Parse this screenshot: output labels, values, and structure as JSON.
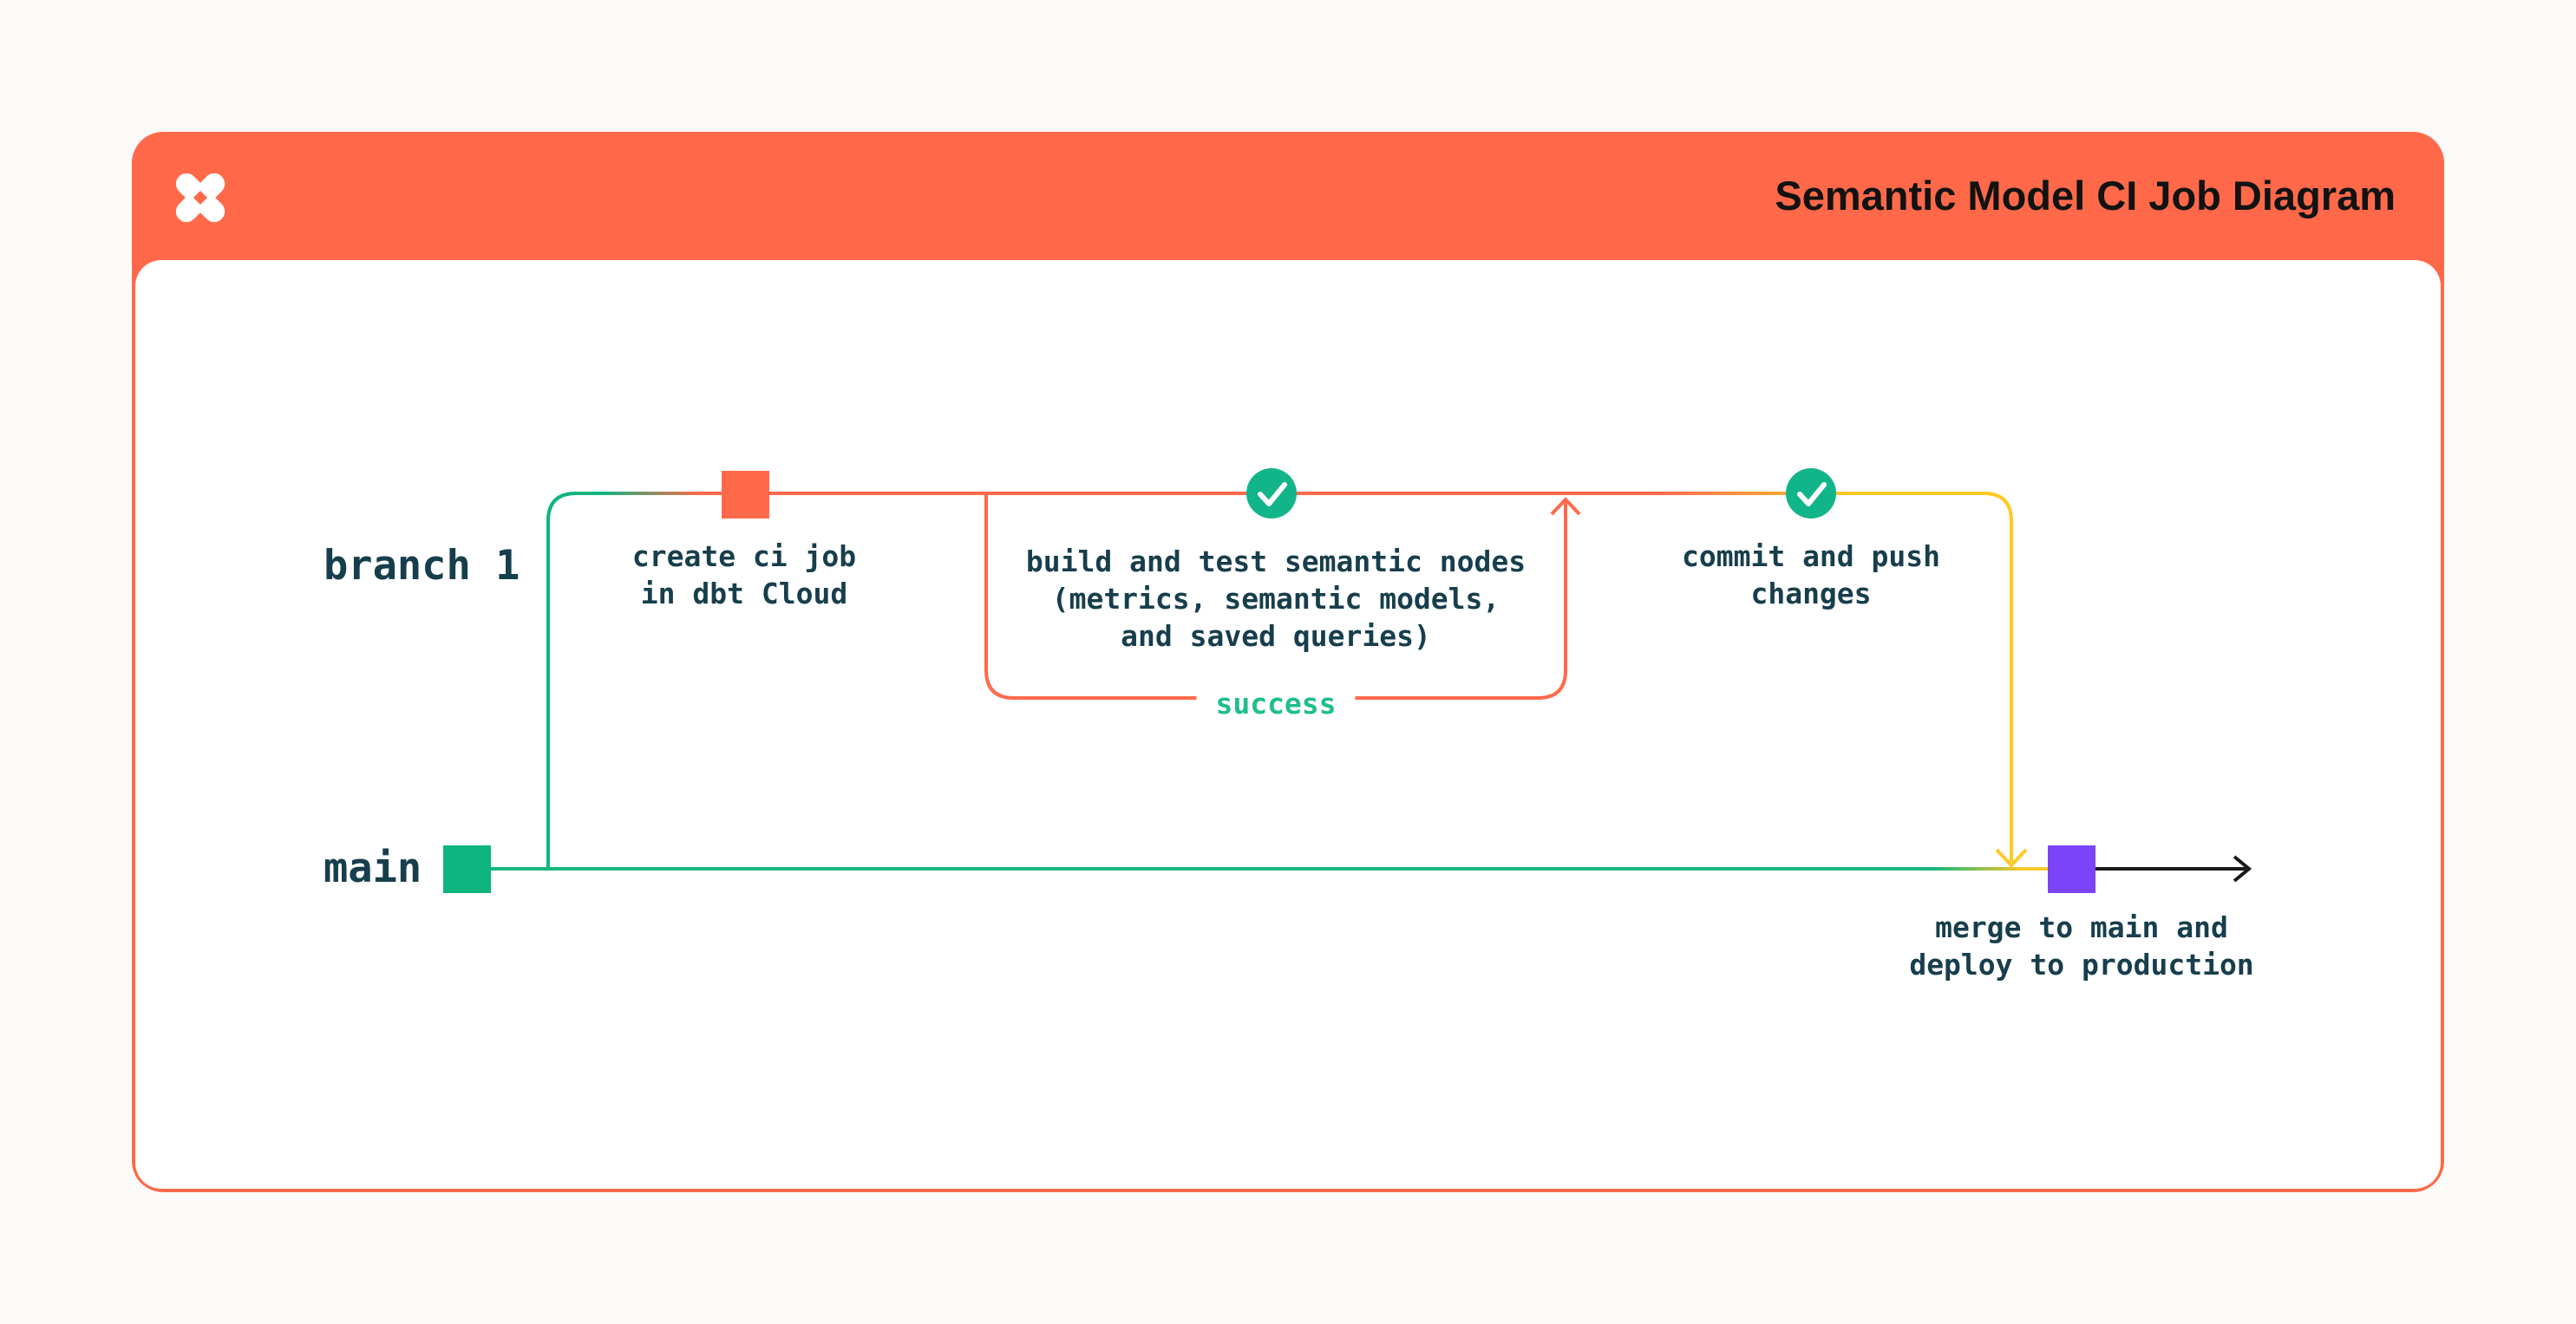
{
  "header": {
    "title": "Semantic Model CI Job Diagram",
    "logo_icon": "dbt-logo-icon"
  },
  "lanes": {
    "branch_label": "branch 1",
    "main_label": "main"
  },
  "nodes": {
    "create_ci_job": {
      "line1": "create ci job",
      "line2": "in dbt Cloud"
    },
    "build_test": {
      "line1": "build and test semantic nodes",
      "line2": "(metrics, semantic models,",
      "line3": "and saved queries)"
    },
    "commit_push": {
      "line1": "commit and push",
      "line2": "changes"
    },
    "merge_deploy": {
      "line1": "merge to main and",
      "line2": "deploy to production"
    }
  },
  "loop": {
    "label": "success"
  },
  "icons": {
    "check_badges": "check-circle-icon",
    "flow_arrows": "arrow-icon"
  },
  "colors": {
    "accent-orange": "#FF694A",
    "branch-green": "#0FB57F",
    "merge-yellow": "#FFC926",
    "deploy-purple": "#7B44F8",
    "check-green": "#12B589",
    "success-green": "#1FBE8C",
    "label-dark": "#173E4C",
    "title-black": "#121212",
    "arrow-black": "#1A1A1A",
    "page-bg": "#FBFAF9",
    "card-bg": "#FFFFFF"
  }
}
